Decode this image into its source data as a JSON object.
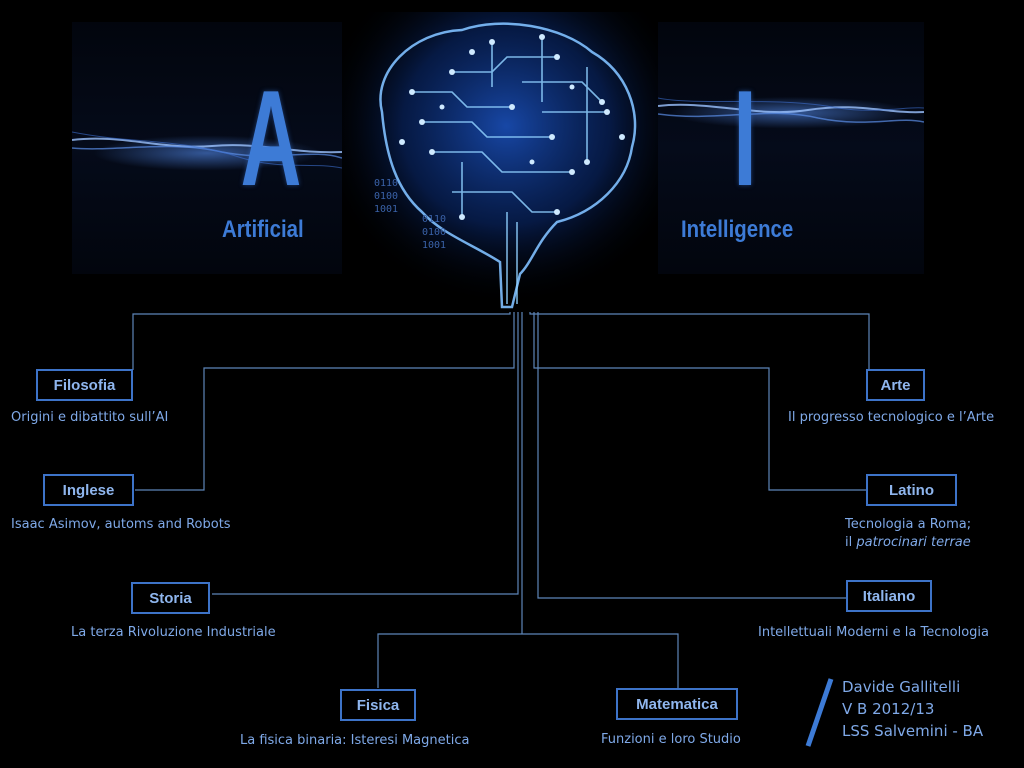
{
  "title": {
    "letter_left": "A",
    "letter_right": "I",
    "word_left": "Artificial",
    "word_right": "Intelligence"
  },
  "binary_text": [
    "0110",
    "0100",
    "1001"
  ],
  "nodes": {
    "filosofia": {
      "label": "Filosofia",
      "desc": "Origini e dibattito sull’AI"
    },
    "inglese": {
      "label": "Inglese",
      "desc": "Isaac Asimov, automs and Robots"
    },
    "storia": {
      "label": "Storia",
      "desc": "La terza Rivoluzione Industriale"
    },
    "fisica": {
      "label": "Fisica",
      "desc": "La fisica binaria: Isteresi Magnetica"
    },
    "matematica": {
      "label": "Matematica",
      "desc": "Funzioni e loro Studio"
    },
    "arte": {
      "label": "Arte",
      "desc": "Il progresso tecnologico e l’Arte"
    },
    "latino": {
      "label": "Latino",
      "desc_line1": "Tecnologia a Roma;",
      "desc_line2_prefix": "il ",
      "desc_line2_italic": "patrocinari terrae"
    },
    "italiano": {
      "label": "Italiano",
      "desc": "Intellettuali Moderni e la Tecnologia"
    }
  },
  "author": {
    "name": "Davide Gallitelli",
    "class": "V B 2012/13",
    "school": "LSS Salvemini - BA"
  },
  "colors": {
    "accent": "#3d7bd6",
    "line": "#5d85b8",
    "node_border": "#3d73c8",
    "node_text": "#8fb6ee",
    "desc_text": "#7fa9e8",
    "background": "#000000"
  }
}
